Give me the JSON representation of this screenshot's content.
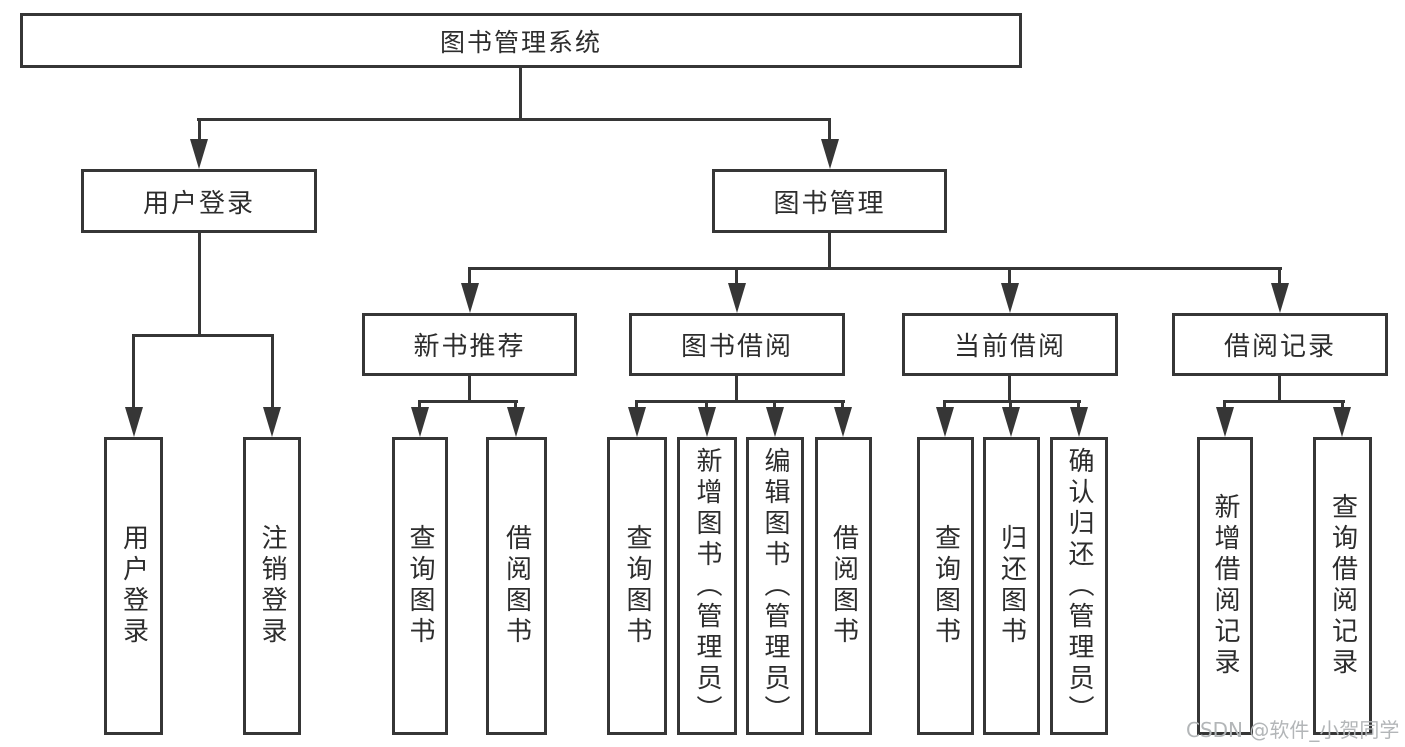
{
  "tree": {
    "root": {
      "label": "图书管理系统"
    },
    "branches": [
      {
        "label": "用户登录",
        "children": [
          {
            "label": "用户登录"
          },
          {
            "label": "注销登录"
          }
        ]
      },
      {
        "label": "图书管理",
        "children": [
          {
            "label": "新书推荐",
            "children": [
              {
                "label": "查询图书"
              },
              {
                "label": "借阅图书"
              }
            ]
          },
          {
            "label": "图书借阅",
            "children": [
              {
                "label": "查询图书"
              },
              {
                "label": "新增图书（管理员）"
              },
              {
                "label": "编辑图书（管理员）"
              },
              {
                "label": "借阅图书"
              }
            ]
          },
          {
            "label": "当前借阅",
            "children": [
              {
                "label": "查询图书"
              },
              {
                "label": "归还图书"
              },
              {
                "label": "确认归还（管理员）"
              }
            ]
          },
          {
            "label": "借阅记录",
            "children": [
              {
                "label": "新增借阅记录"
              },
              {
                "label": "查询借阅记录"
              }
            ]
          }
        ]
      }
    ]
  },
  "watermark": {
    "text": "CSDN @软件_小贺同学"
  },
  "colors": {
    "line": "#363636",
    "text": "#2d2d2d",
    "watermark": "#b3b6b8",
    "background": "#ffffff"
  }
}
